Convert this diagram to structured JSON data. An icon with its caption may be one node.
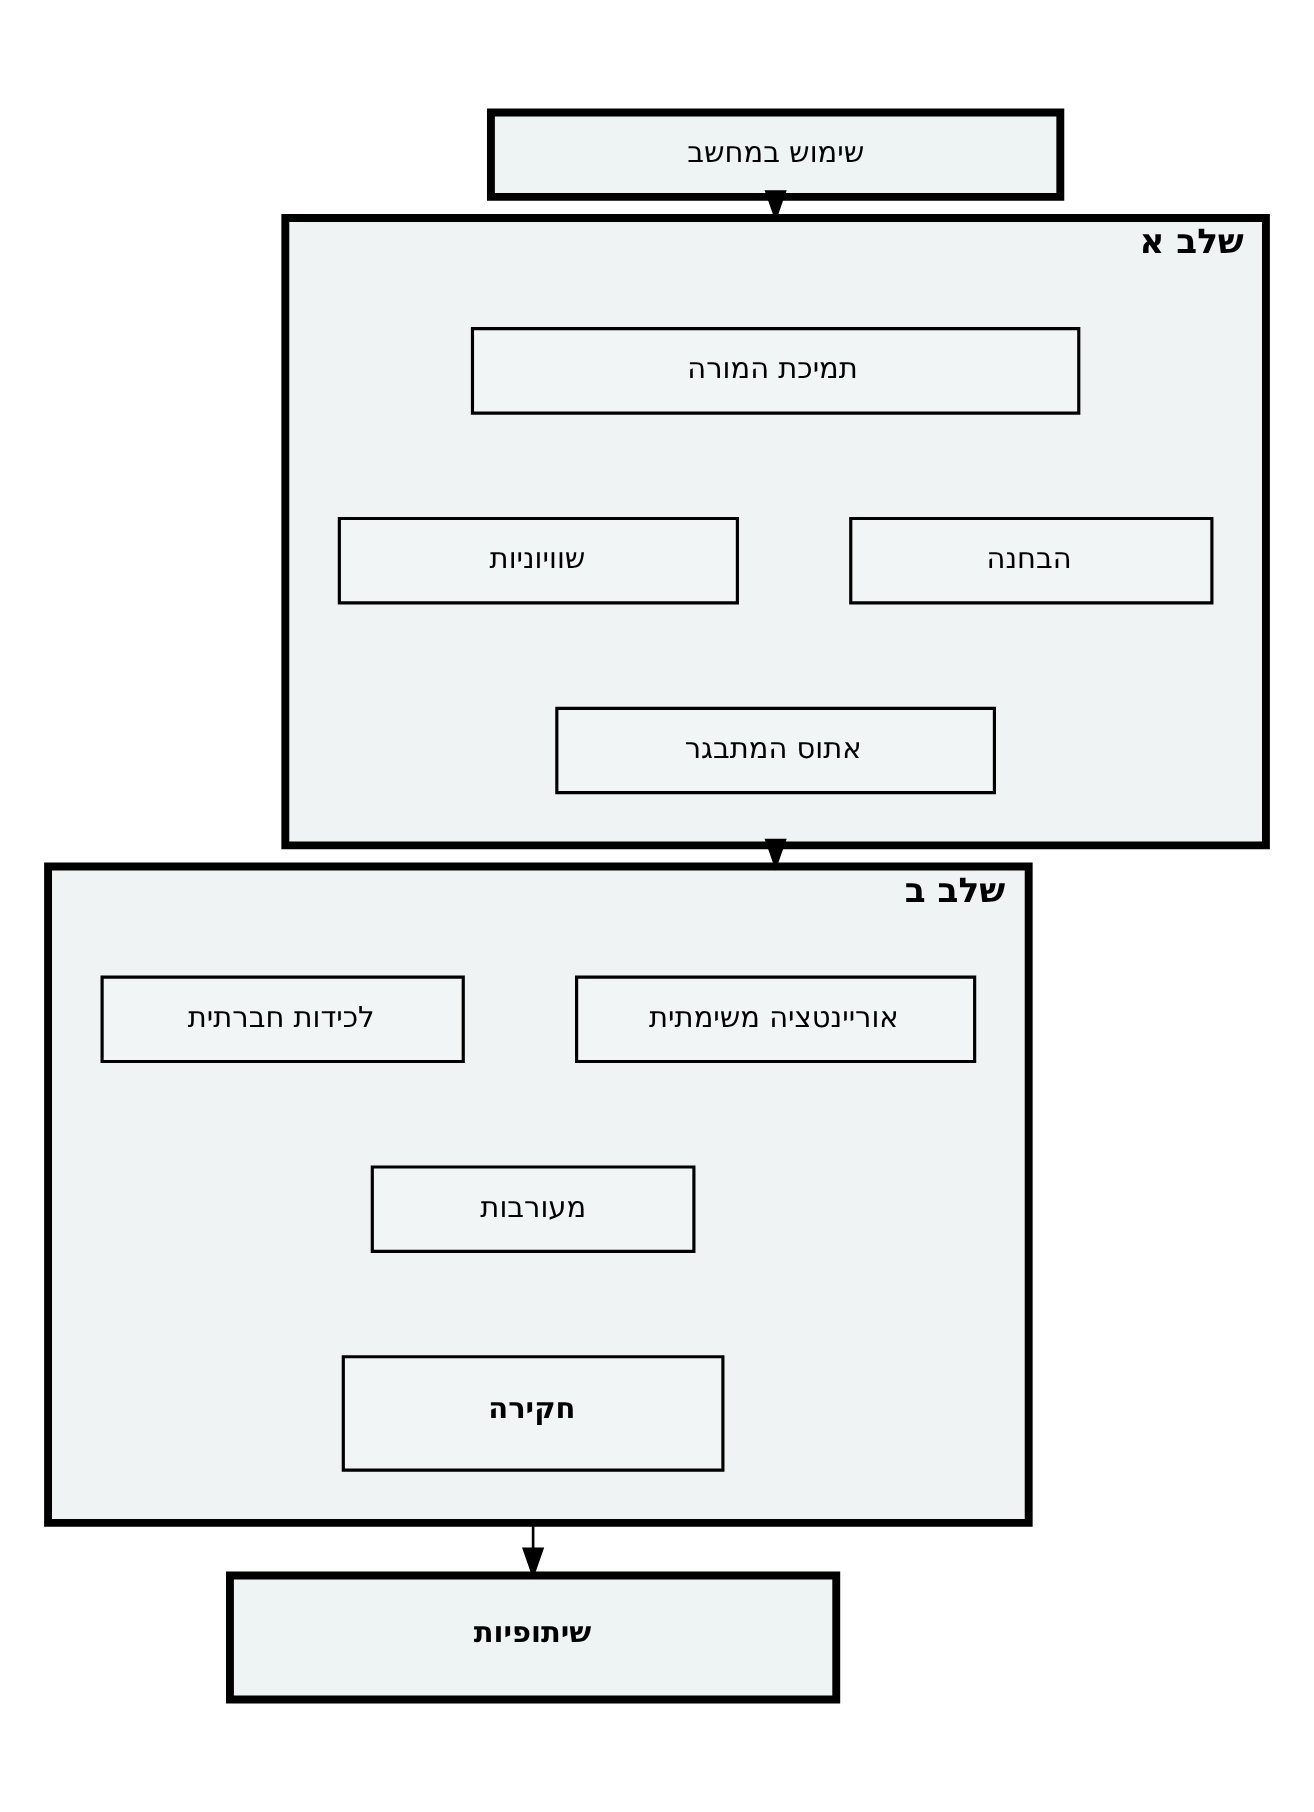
{
  "diagram": {
    "nodes": [
      {
        "text": [
          "שימוש במחשב"
        ]
      },
      {
        "text": [
          "שלב א"
        ]
      },
      {
        "text": [
          "תמיכת המורה"
        ],
        "in": 1
      },
      {
        "text": [
          "שוויוניות"
        ],
        "in": 1
      },
      {
        "text": [
          "הבחנה"
        ],
        "in": 1
      },
      {
        "text": [
          "אתוס המתבגר"
        ],
        "in": 1
      },
      {
        "text": [
          "שלב ב"
        ]
      },
      {
        "text": [
          "אוריינטציה משימתית"
        ],
        "in": 6
      },
      {
        "text": [
          "לכידות חברתית"
        ],
        "in": 6
      },
      {
        "text": [
          "מעורבות"
        ],
        "in": 6
      },
      {
        "text": [
          "חקירה"
        ],
        "in": 6
      },
      {
        "text": [
          "שיתופיות"
        ]
      }
    ],
    "edges": [
      {
        "from": 0,
        "to": 1,
        "arrow": "to"
      },
      {
        "from": 1,
        "to": 6,
        "arrow": "to"
      },
      {
        "from": 6,
        "to": 11,
        "arrow": "to"
      }
    ]
  }
}
